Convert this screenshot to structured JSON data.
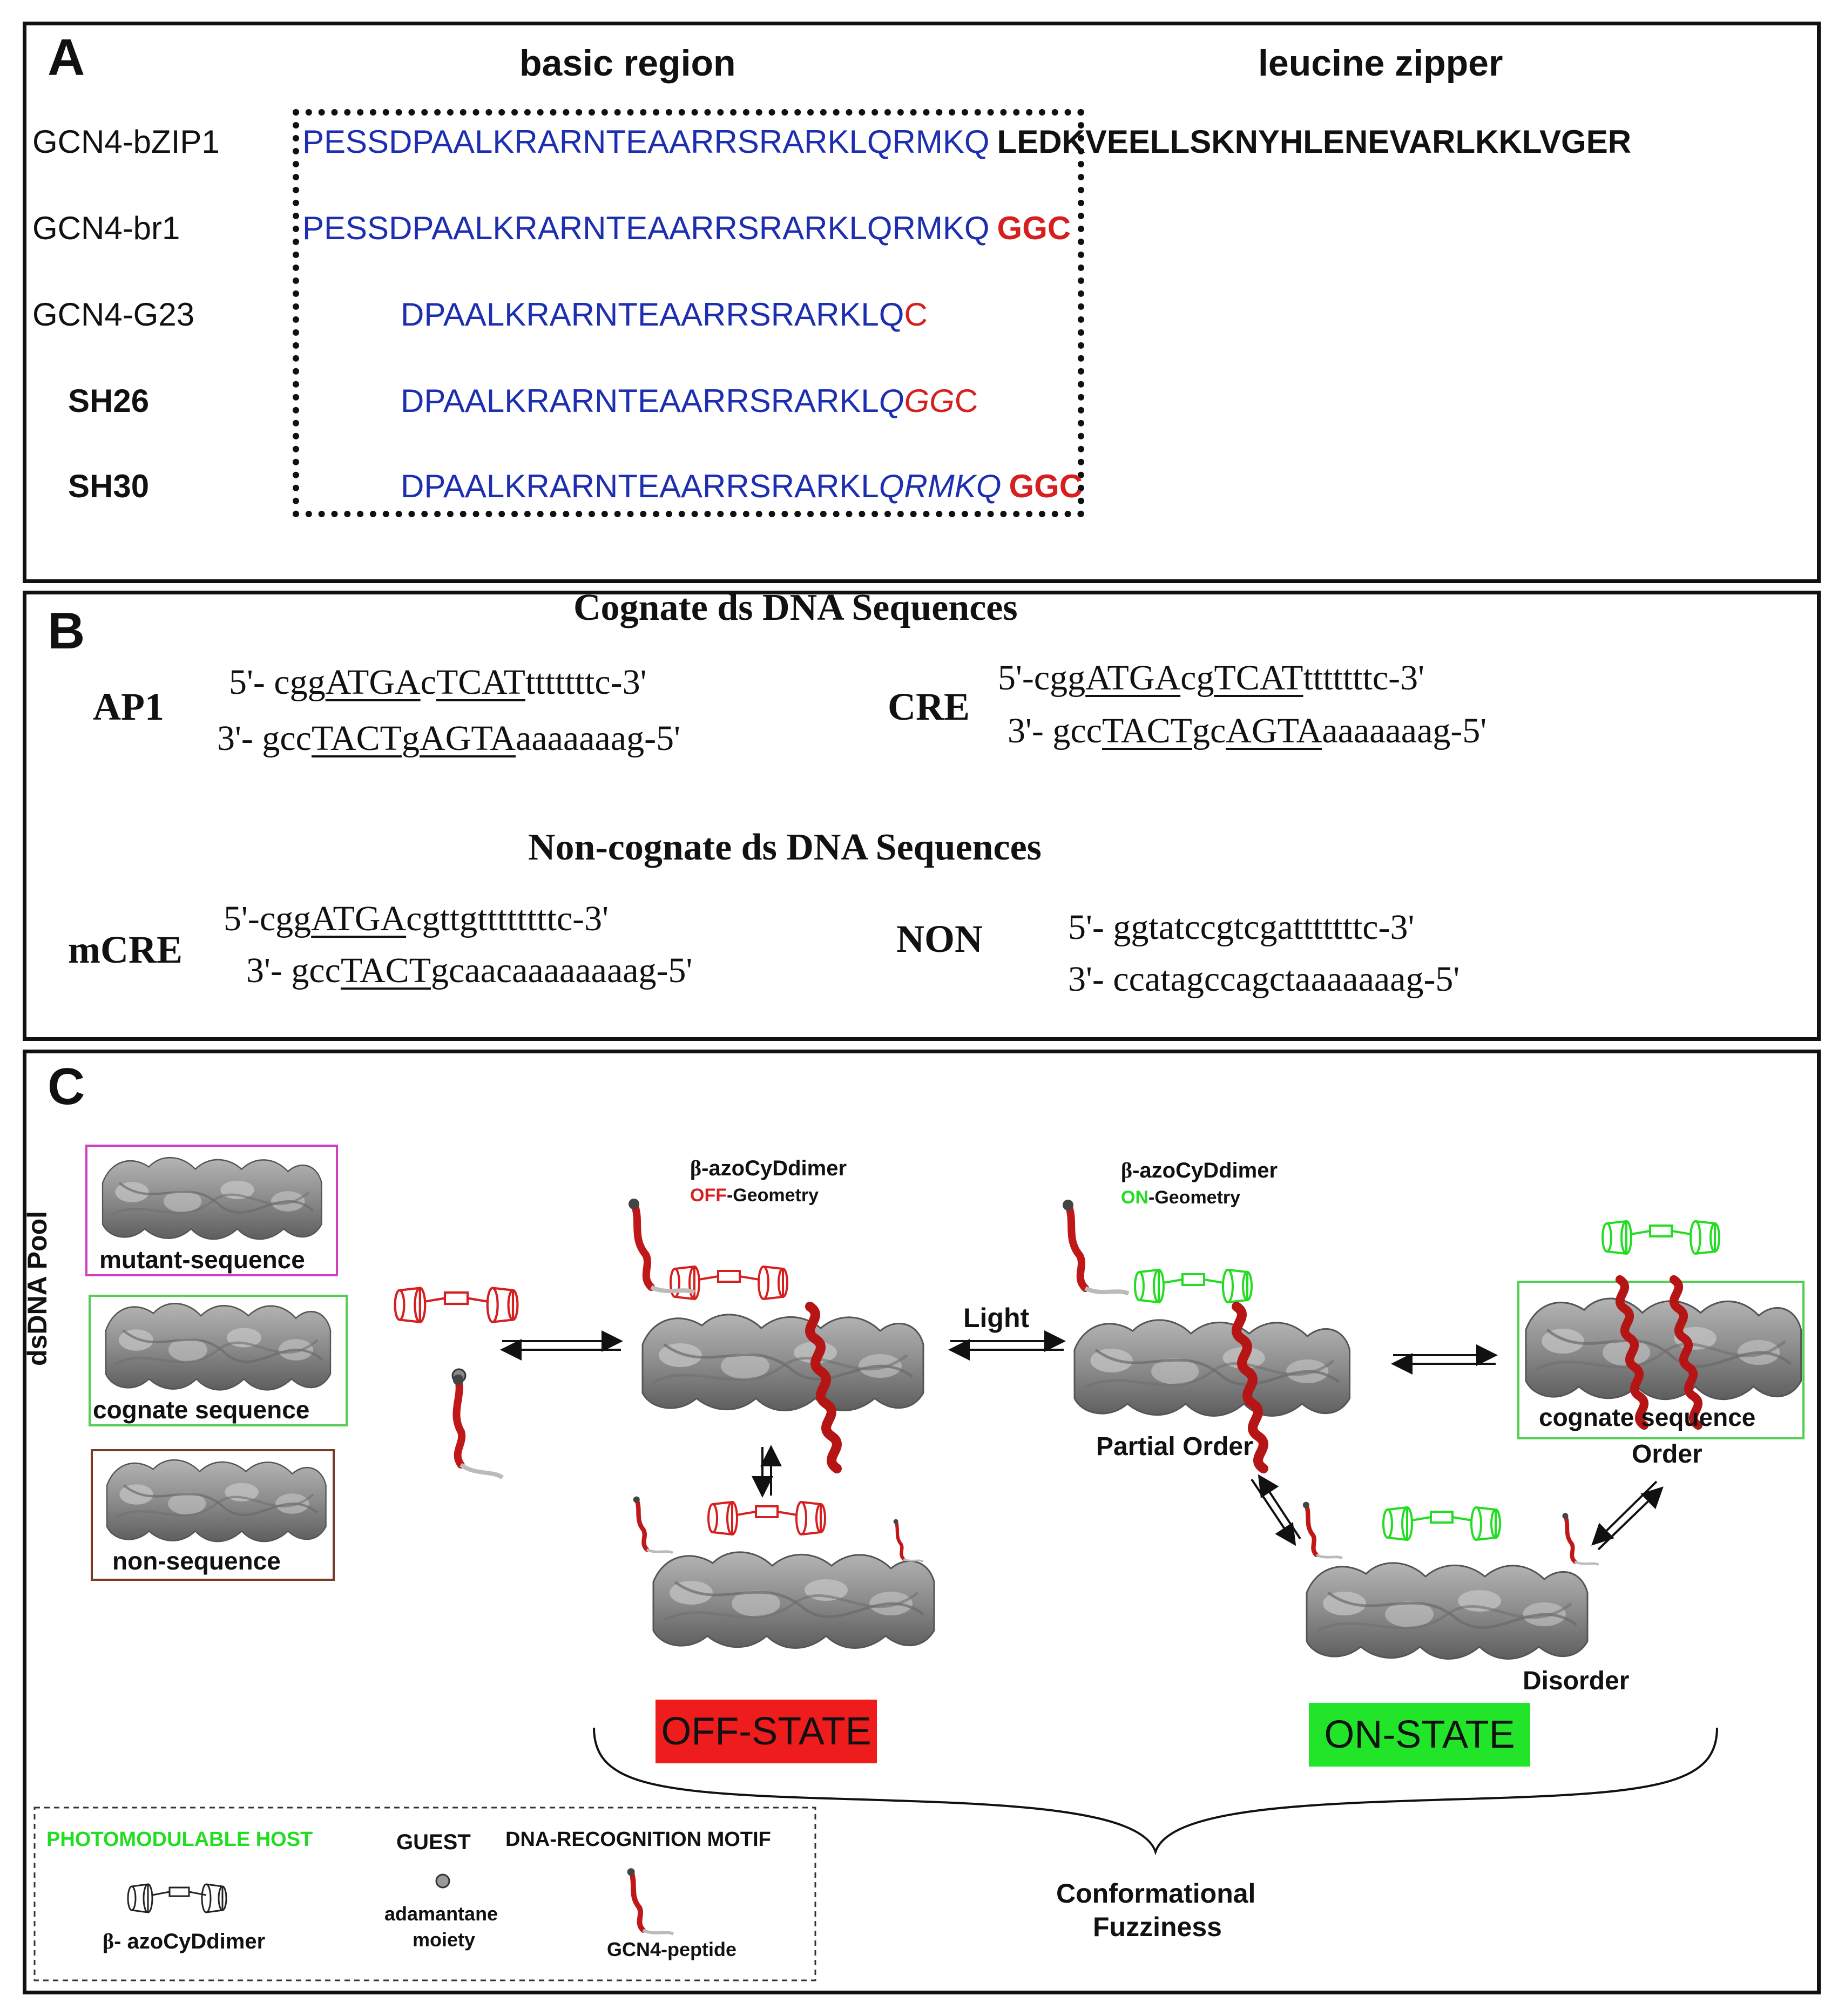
{
  "panel_a": {
    "label": "A",
    "header_basic": "basic region",
    "header_leucine": "leucine zipper",
    "rows": [
      {
        "name": "GCN4-bZIP1",
        "blue": "PESSDPAALKRARNTEAARRSRARKLQRMKQ",
        "tail": "LEDKVEELLSKNYHLENEVARLKKLVGER"
      },
      {
        "name": "GCN4-br1",
        "blue": "PESSDPAALKRARNTEAARRSRARKLQRMKQ",
        "tail": "GGC"
      },
      {
        "name": "GCN4-G23",
        "blue": "DPAALKRARNTEAARRSRARKLQ",
        "tail": "C"
      },
      {
        "name": "SH26",
        "blue": "DPAALKRARNTEAARRSRARKL",
        "blue_italic": "Q",
        "red_italic": "GG",
        "tail": "C"
      },
      {
        "name": "SH30",
        "blue": "DPAALKRARNTEAARRSRARKL",
        "blue_italic": "QRMKQ",
        "tail": "GGC"
      }
    ]
  },
  "panel_b": {
    "label": "B",
    "cognate_title": "Cognate ds DNA Sequences",
    "noncognate_title": "Non-cognate ds DNA Sequences",
    "ap1": {
      "name": "AP1",
      "top": [
        "5'- cgg",
        "ATGA",
        "c",
        "TCAT",
        "tttttttc-3'"
      ],
      "bottom": [
        "3'- gcc",
        "TACT",
        "g",
        "AGTA",
        "aaaaaaag-5'"
      ]
    },
    "cre": {
      "name": "CRE",
      "top": [
        "5'-cgg",
        "ATGA",
        "cg",
        "TCAT",
        "tttttttc-3'"
      ],
      "bottom": [
        "3'- gcc",
        "TACT",
        "gc",
        "AGTA",
        "aaaaaaag-5'"
      ]
    },
    "mcre": {
      "name": "mCRE",
      "top": [
        "5'-cgg",
        "ATGA",
        "cgttgttttttttc-3'"
      ],
      "bottom": [
        "3'- gcc",
        "TACT",
        "gcaacaaaaaaaag-5'"
      ]
    },
    "non": {
      "name": "NON",
      "top": "5'- ggtatccgtcgatttttttc-3'",
      "bottom": "3'- ccatagccagctaaaaaaag-5'"
    }
  },
  "panel_c": {
    "label": "C",
    "pool_label": "dsDNA Pool",
    "pool_items": [
      "mutant-sequence",
      "cognate sequence",
      "non-sequence"
    ],
    "beta": "β",
    "dimer_name": "-azoCyDdimer",
    "off_geometry_prefix": "OFF",
    "on_geometry_prefix": "ON",
    "geometry_suffix": "-Geometry",
    "light": "Light",
    "partial_order": "Partial Order",
    "order": "Order",
    "disorder": "Disorder",
    "cognate_box": "cognate sequence",
    "off_state": "OFF-STATE",
    "on_state": "ON-STATE",
    "conformational": "Conformational",
    "fuzziness": "Fuzziness",
    "legend": {
      "host_title": "PHOTOMODULABLE HOST",
      "host_item_prefix": "β",
      "host_item": "- azoCyDdimer",
      "guest_title": "GUEST",
      "guest_item_1": "adamantane",
      "guest_item_2": "moiety",
      "motif_title": "DNA-RECOGNITION MOTIF",
      "motif_item": "GCN4-peptide"
    }
  },
  "colors": {
    "sequence_blue": "#1d2fb0",
    "accent_red": "#d61f1f",
    "accent_green": "#22dd22",
    "off_state_bg": "#ee1c1c",
    "on_state_bg": "#22e52a",
    "dna_gray": "#8e8e8e",
    "pool_mutant_border": "#d040c0",
    "pool_cognate_border": "#55cc55",
    "pool_non_border": "#7a3a2a"
  }
}
